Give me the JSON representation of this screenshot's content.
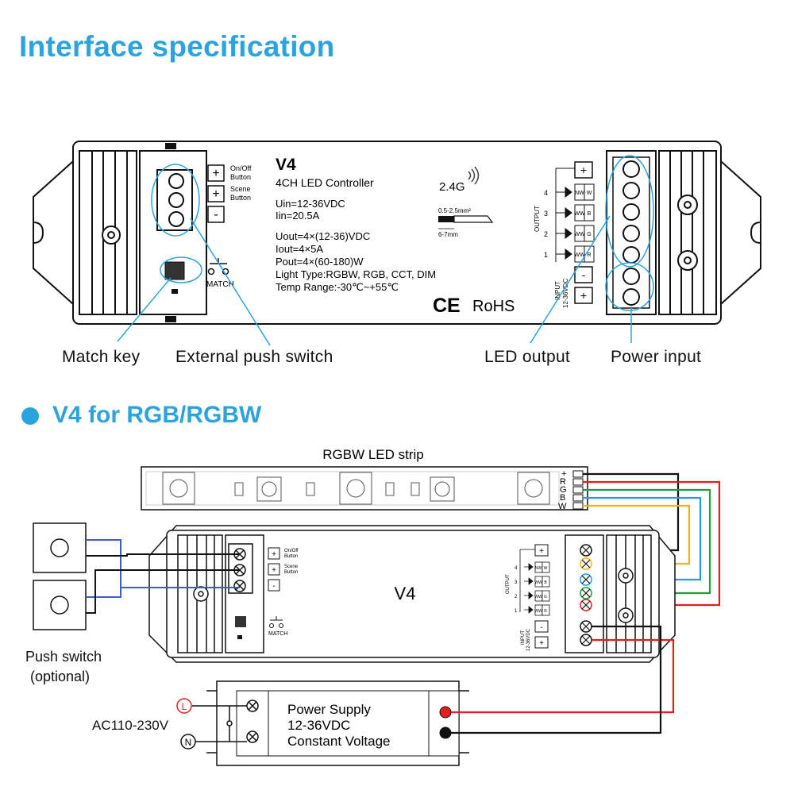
{
  "title": "Interface specification",
  "section2": {
    "title": "V4 for RGB/RGBW"
  },
  "controller": {
    "model": "V4",
    "subtitle": "4CH LED Controller",
    "specs": [
      "Uin=12-36VDC",
      "Iin=20.5A",
      "Uout=4×(12-36)VDC",
      "Iout=4×5A",
      "Pout=4×(60-180)W",
      "Light Type:RGBW, RGB, CCT, DIM",
      "Temp Range:-30℃~+55℃"
    ],
    "rf": "2.4G",
    "wire_gauge": "0.5-2.5mm²",
    "strip_length": "6-7mm",
    "certs": "RoHS",
    "button_onoff": [
      "On/Off",
      "Button"
    ],
    "button_scene": [
      "Scene",
      "Button"
    ],
    "match_label": "MATCH",
    "output_label": "OUTPUT",
    "input_label": [
      "INPUT",
      "12-36VDC"
    ],
    "output_channels": [
      {
        "num": "4",
        "codes": [
          "NW",
          "W"
        ]
      },
      {
        "num": "3",
        "codes": [
          "WW",
          "B"
        ]
      },
      {
        "num": "2",
        "codes": [
          "WW",
          "G"
        ]
      },
      {
        "num": "1",
        "codes": [
          "WW",
          "R"
        ]
      }
    ],
    "plus": "+",
    "minus": "-"
  },
  "callouts": {
    "match_key": "Match key",
    "external_push": "External push switch",
    "led_output": "LED output",
    "power_input": "Power input"
  },
  "wiring": {
    "strip_label": "RGBW LED strip",
    "strip_terminals": [
      "+",
      "R",
      "G",
      "B",
      "W"
    ],
    "controller_model": "V4",
    "push_switch": [
      "Push switch",
      "(optional)"
    ],
    "ac_label": "AC110-230V",
    "live": "L",
    "neutral": "N",
    "power_supply": [
      "Power Supply",
      "12-36VDC",
      "Constant Voltage"
    ]
  },
  "colors": {
    "accent": "#2aa3e0",
    "wire_red": "#e02020",
    "wire_green": "#18a03a",
    "wire_blue": "#1e9ee6",
    "wire_yellow": "#f2b410",
    "wire_black": "#111111",
    "wire_switch": "#3a5fc8"
  }
}
